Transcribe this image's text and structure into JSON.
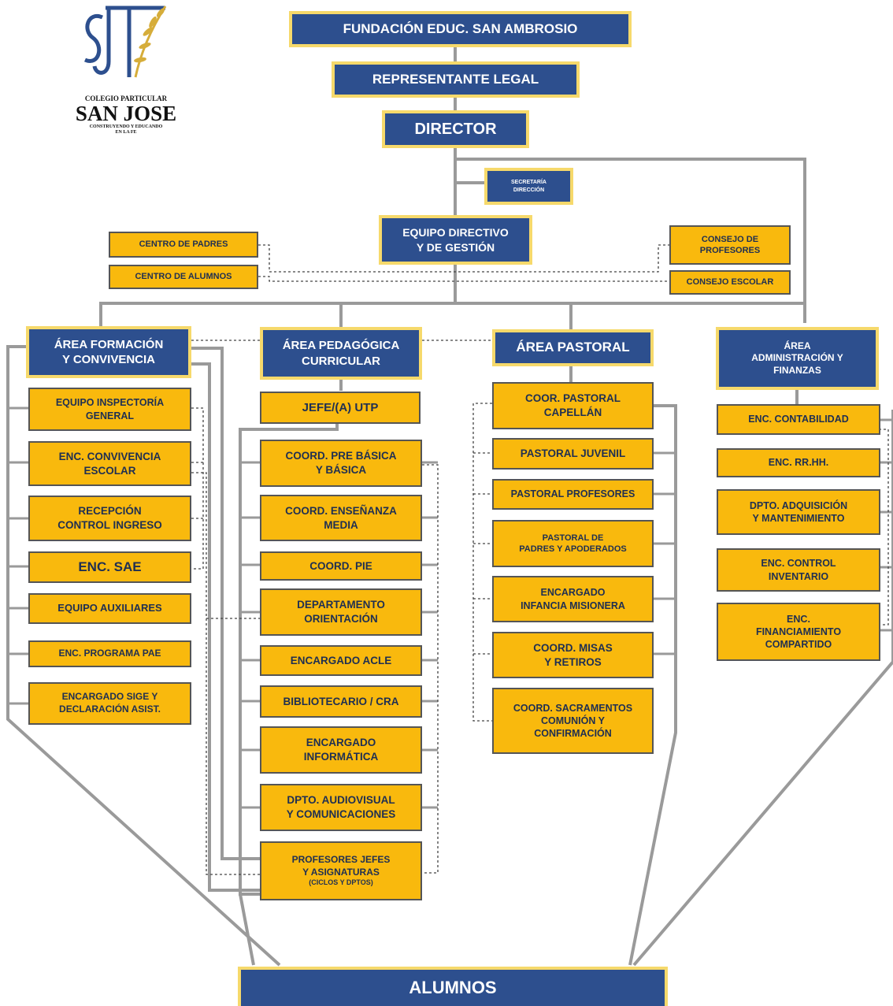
{
  "logo": {
    "line1": "COLEGIO PARTICULAR",
    "line2": "SAN JOSE",
    "line3": "CONSTRUYENDO Y EDUCANDO",
    "line4": "EN LA FE"
  },
  "top": {
    "fundacion": "FUNDACIÓN EDUC. SAN AMBROSIO",
    "representante": "REPRESENTANTE LEGAL",
    "director": "DIRECTOR",
    "secretaria": "SECRETARÍA\nDIRECCIÓN",
    "equipo": "EQUIPO DIRECTIVO\nY DE GESTIÓN"
  },
  "side": {
    "centro_padres": "CENTRO DE PADRES",
    "centro_alumnos": "CENTRO DE ALUMNOS",
    "consejo_profesores": "CONSEJO DE\nPROFESORES",
    "consejo_escolar": "CONSEJO ESCOLAR"
  },
  "areas": {
    "formacion": {
      "title": "ÁREA FORMACIÓN\nY CONVIVENCIA",
      "items": [
        "EQUIPO INSPECTORÍA\nGENERAL",
        "ENC. CONVIVENCIA\nESCOLAR",
        "RECEPCIÓN\nCONTROL INGRESO",
        "ENC. SAE",
        "EQUIPO AUXILIARES",
        "ENC. PROGRAMA PAE",
        "ENCARGADO  SIGE Y\nDECLARACIÓN ASIST."
      ]
    },
    "pedagogica": {
      "title": "ÁREA PEDAGÓGICA\nCURRICULAR",
      "jefe": "JEFE/(A) UTP",
      "items": [
        "COORD. PRE BÁSICA\nY BÁSICA",
        "COORD. ENSEÑANZA\nMEDIA",
        "COORD. PIE",
        "DEPARTAMENTO\nORIENTACIÓN",
        "ENCARGADO ACLE",
        "BIBLIOTECARIO / CRA",
        "ENCARGADO\nINFORMÁTICA",
        "DPTO. AUDIOVISUAL\nY COMUNICACIONES",
        "PROFESORES JEFES\nY ASIGNATURAS"
      ],
      "ciclos": "(CICLOS Y DPTOS)"
    },
    "pastoral": {
      "title": "ÁREA PASTORAL",
      "items": [
        "COOR. PASTORAL\nCAPELLÁN",
        "PASTORAL JUVENIL",
        "PASTORAL PROFESORES",
        "PASTORAL DE\nPADRES Y APODERADOS",
        "ENCARGADO\nINFANCIA MISIONERA",
        "COORD. MISAS\nY RETIROS",
        "COORD. SACRAMENTOS\nCOMUNIÓN Y\nCONFIRMACIÓN"
      ]
    },
    "administracion": {
      "title": "ÁREA\nADMINISTRACIÓN Y\nFINANZAS",
      "items": [
        "ENC. CONTABILIDAD",
        "ENC.  RR.HH.",
        "DPTO. ADQUISICIÓN\nY MANTENIMIENTO",
        "ENC. CONTROL\nINVENTARIO",
        "ENC.\nFINANCIAMIENTO\nCOMPARTIDO"
      ]
    }
  },
  "alumnos": "ALUMNOS"
}
